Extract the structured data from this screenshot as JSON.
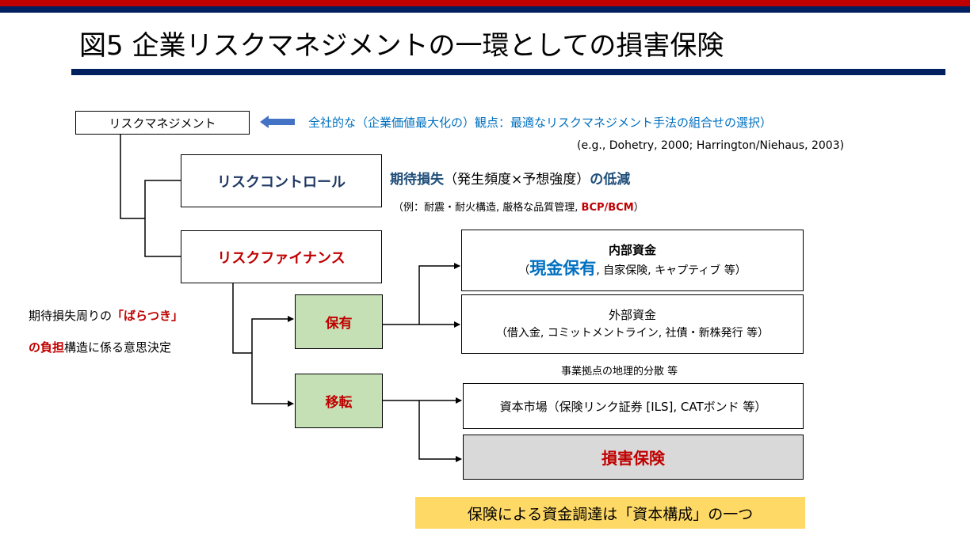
{
  "header": {
    "title": "図5 企業リスクマネジメントの一環としての損害保険",
    "colors": {
      "top_band": "#C00000",
      "second_band": "#002060",
      "rule": "#002060"
    }
  },
  "diagram": {
    "root": {
      "label": "リスクマネジメント"
    },
    "perspective": {
      "arrow_icon": "left-block-arrow",
      "arrow_color": "#4472C4",
      "text": "全社的な（企業価値最大化の）観点：最適なリスクマネジメント手法の組合せの選択）",
      "citation": "(e.g., Dohetry, 2000; Harrington/Niehaus, 2003)"
    },
    "risk_control": {
      "label": "リスクコントロール",
      "desc_highlight1": "期待損失",
      "desc_middle": "（発生頻度×予想強度）",
      "desc_highlight2": "の低減",
      "example_prefix": "（例：耐震・耐火構造, 厳格な品質管理, ",
      "example_highlight": "BCP/BCM",
      "example_suffix": "）"
    },
    "risk_finance": {
      "label": "リスクファイナンス",
      "decision_line1_prefix": "期待損失周りの",
      "decision_line1_highlight": "「ばらつき」",
      "decision_line2_highlight": "の負担",
      "decision_line2_suffix": "構造に係る意思決定"
    },
    "retention": {
      "label": "保有",
      "internal": {
        "title": "内部資金",
        "open": "（",
        "highlight": "現金保有",
        "rest": ", 自家保険, キャプティブ 等）"
      },
      "external": {
        "title": "外部資金",
        "detail": "（借入金, コミットメントライン, 社債・新株発行 等）"
      },
      "geo_note": "事業拠点の地理的分散 等"
    },
    "transfer": {
      "label": "移転",
      "capital_market": "資本市場（保険リンク証券 [ILS], CATボンド 等）",
      "insurance": "損害保険"
    },
    "colors": {
      "decision_box_fill": "#C5E0B4",
      "insurance_box_fill": "#D9D9D9",
      "emphasis_red": "#C00000",
      "emphasis_blue": "#0070C0",
      "control_navy": "#1F3864"
    }
  },
  "footer_note": {
    "text": "保険による資金調達は「資本構成」の一つ",
    "fill": "#FFD966"
  }
}
